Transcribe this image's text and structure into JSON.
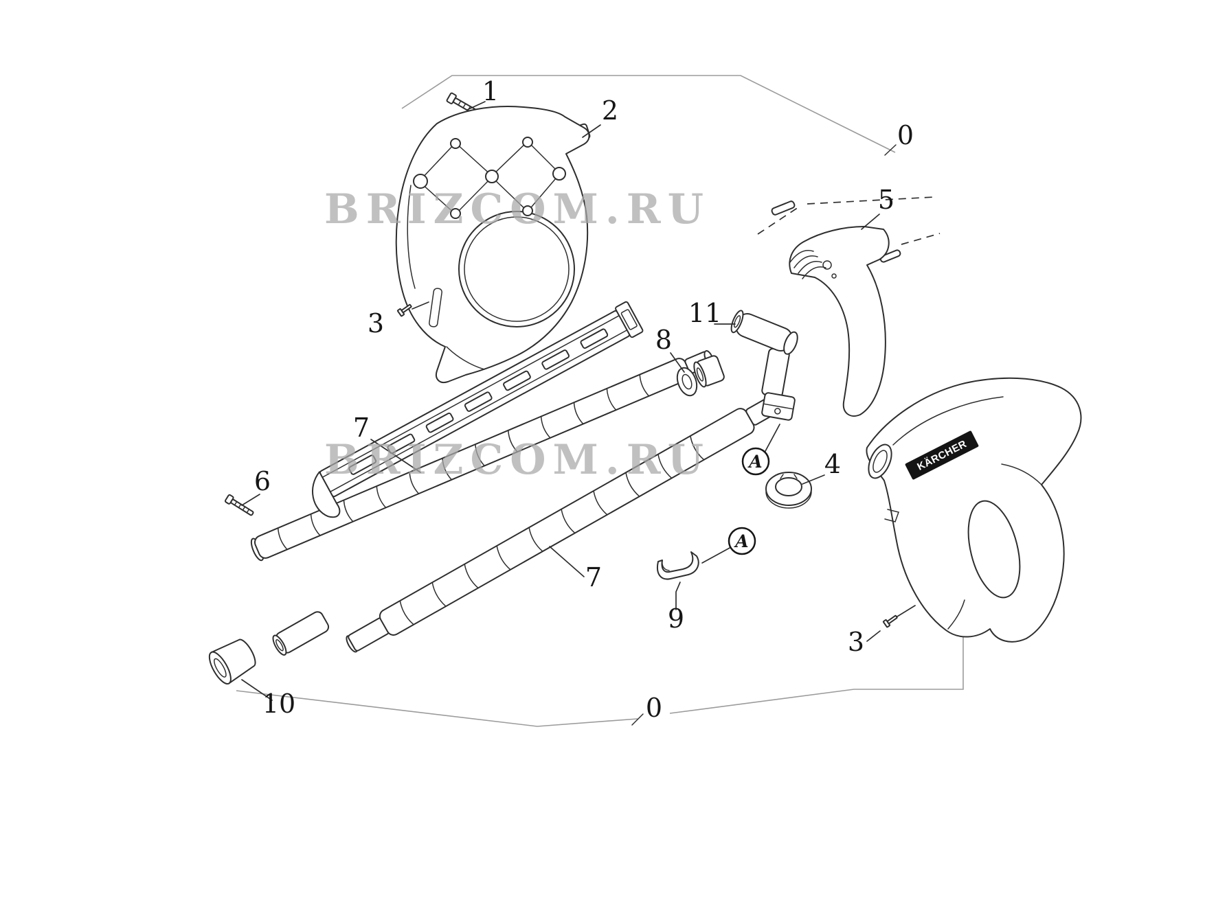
{
  "diagram": {
    "watermark": {
      "text": "BRIZCOM.RU"
    },
    "brand": {
      "label": "KÄRCHER"
    },
    "callouts": {
      "c0_top": "0",
      "c0_bottom": "0",
      "c1": "1",
      "c2": "2",
      "c3_housing": "3",
      "c3_grip": "3",
      "c4": "4",
      "c5": "5",
      "c6": "6",
      "c7_upper": "7",
      "c7_lower": "7",
      "c8": "8",
      "c9": "9",
      "c10": "10",
      "c11": "11",
      "cA_ring": "A",
      "cA_clip": "A"
    }
  }
}
